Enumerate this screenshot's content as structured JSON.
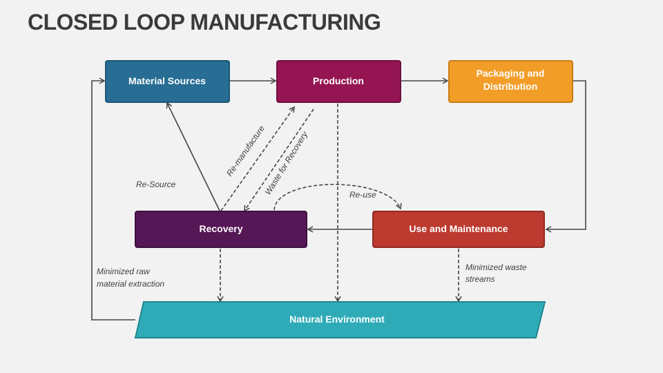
{
  "title": "CLOSED LOOP MANUFACTURING",
  "nodes": {
    "material": {
      "label": "Material Sources",
      "color": "#276d94"
    },
    "production": {
      "label": "Production",
      "color": "#951552"
    },
    "packaging": {
      "line1": "Packaging and",
      "line2": "Distribution",
      "color": "#f29d28"
    },
    "recovery": {
      "label": "Recovery",
      "color": "#561756"
    },
    "use": {
      "label": "Use and Maintenance",
      "color": "#bc3a2f"
    },
    "environment": {
      "label": "Natural Environment",
      "color": "#2fabb8"
    }
  },
  "labels": {
    "remanufacture": "Re-manufacture",
    "waste": "Waste for Recovery",
    "resource": "Re-Source",
    "reuse": "Re-use",
    "minraw1": "Minimized raw",
    "minraw2": "material extraction",
    "minwaste1": "Minimized waste",
    "minwaste2": "streams"
  }
}
